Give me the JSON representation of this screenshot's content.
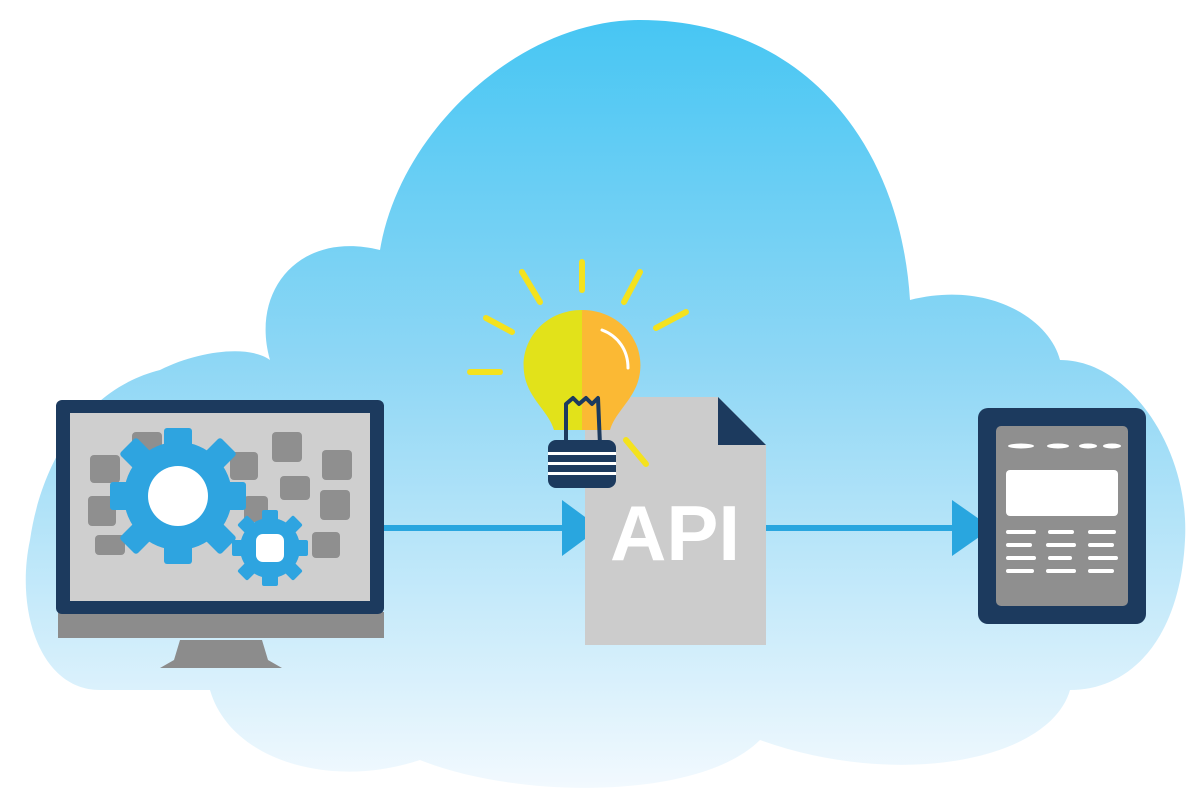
{
  "diagram": {
    "nodes": [
      {
        "id": "source-monitor",
        "icon": "monitor-gears-icon"
      },
      {
        "id": "api-document",
        "icon": "document-icon",
        "label": "API"
      },
      {
        "id": "idea-bulb",
        "icon": "lightbulb-icon"
      },
      {
        "id": "target-device",
        "icon": "tablet-icon"
      }
    ],
    "edges": [
      {
        "from": "source-monitor",
        "to": "api-document",
        "icon": "arrow-right-icon"
      },
      {
        "from": "api-document",
        "to": "target-device",
        "icon": "arrow-right-icon"
      }
    ],
    "background": {
      "icon": "cloud-icon"
    }
  },
  "colors": {
    "cloud_top": "#47c6f3",
    "cloud_bottom": "#eef7fd",
    "navy": "#1c3a5e",
    "accent_blue": "#29a6df",
    "gear_blue": "#2ea4e0",
    "gray": "#8f8f8f",
    "light_gray": "#cfcfcf",
    "doc_gray": "#cccccc",
    "bulb_yellow": "#e2e21a",
    "bulb_orange": "#fbb934",
    "white": "#ffffff"
  }
}
